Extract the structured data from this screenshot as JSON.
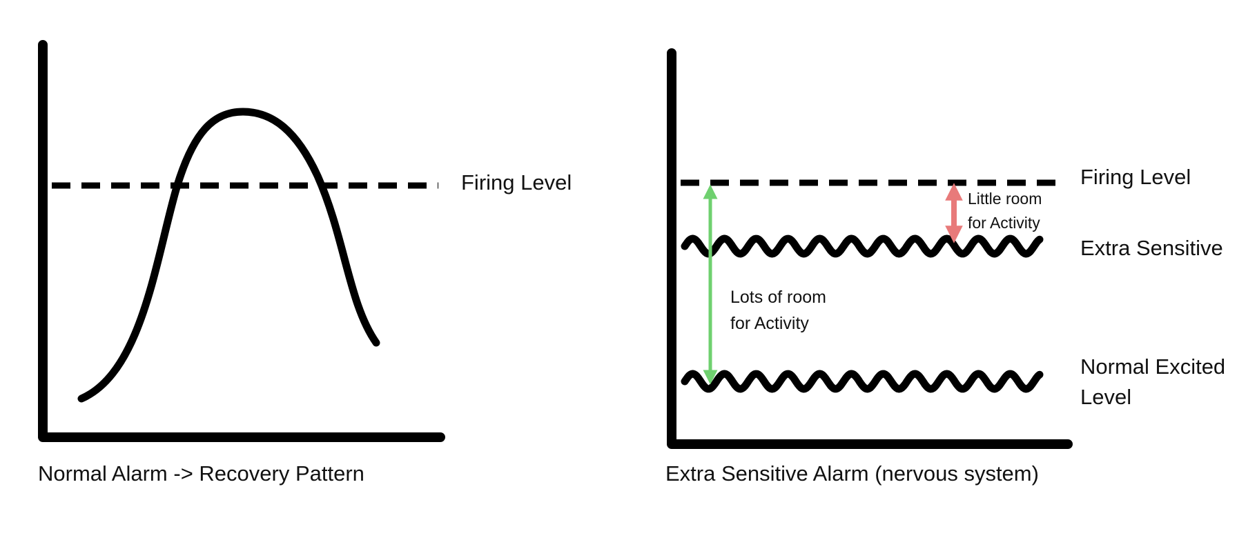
{
  "colors": {
    "ink": "#000000",
    "text": "#111111",
    "green_arrow": "#6fd06f",
    "red_arrow": "#e87a7a"
  },
  "left_diagram": {
    "threshold_label": "Firing Level",
    "caption": "Normal Alarm -> Recovery Pattern"
  },
  "right_diagram": {
    "threshold_label": "Firing Level",
    "upper_wave_label": "Extra Sensitive",
    "lower_wave_label_line1": "Normal Excited",
    "lower_wave_label_line2": "Level",
    "small_gap_label_line1": "Little room",
    "small_gap_label_line2": "for Activity",
    "large_gap_label_line1": "Lots of room",
    "large_gap_label_line2": "for Activity",
    "caption": "Extra Sensitive Alarm (nervous system)"
  }
}
